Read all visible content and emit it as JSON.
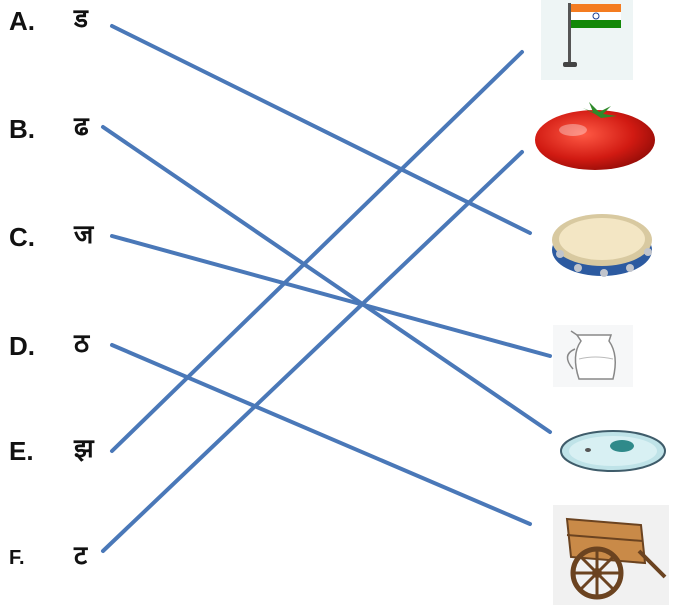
{
  "rows": [
    {
      "label": "A.",
      "char": "ड"
    },
    {
      "label": "B.",
      "char": "ढ"
    },
    {
      "label": "C.",
      "char": "ज"
    },
    {
      "label": "D.",
      "char": "ठ"
    },
    {
      "label": "E.",
      "char": "झ"
    },
    {
      "label": "F.",
      "char": "ट"
    }
  ],
  "pictures": [
    "flag-icon",
    "tomato-icon",
    "tambourine-icon",
    "jug-icon",
    "plate-icon",
    "cart-icon"
  ],
  "line_color": "#4a78b8",
  "flag_colors": {
    "saffron": "#f47c20",
    "white": "#ffffff",
    "green": "#138808",
    "chakra": "#1c3f94"
  },
  "tomato_color": "#d11a12"
}
